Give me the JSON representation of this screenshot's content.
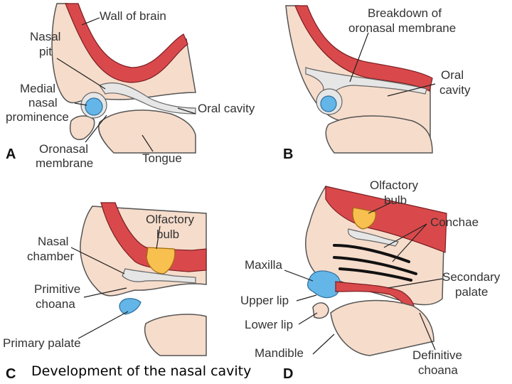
{
  "panels": {
    "a": {
      "letter": "A",
      "labels": {
        "wall_of_brain": "Wall of brain",
        "nasal_pit_1": "Nasal",
        "nasal_pit_2": "pit",
        "medial_1": "Medial",
        "medial_2": "nasal",
        "medial_3": "prominence",
        "oral_cavity": "Oral cavity",
        "oronasal_1": "Oronasal",
        "oronasal_2": "membrane",
        "tongue": "Tongue"
      }
    },
    "b": {
      "letter": "B",
      "labels": {
        "breakdown_1": "Breakdown of",
        "breakdown_2": "oronasal membrane",
        "oral_1": "Oral",
        "oral_2": "cavity"
      }
    },
    "c": {
      "letter": "C",
      "labels": {
        "olfactory_1": "Olfactory",
        "olfactory_2": "bulb",
        "nasal_chamber_1": "Nasal",
        "nasal_chamber_2": "chamber",
        "primitive_1": "Primitive",
        "primitive_2": "choana",
        "primary_palate": "Primary palate"
      }
    },
    "d": {
      "letter": "D",
      "labels": {
        "olfactory_1": "Olfactory",
        "olfactory_2": "bulb",
        "conchae": "Conchae",
        "maxilla": "Maxilla",
        "secondary_1": "Secondary",
        "secondary_2": "palate",
        "upper_lip": "Upper lip",
        "lower_lip": "Lower lip",
        "mandible": "Mandible",
        "definitive_1": "Definitive",
        "definitive_2": "choana"
      }
    }
  },
  "caption": "Development of the nasal cavity",
  "colors": {
    "tissue": "#f6dccb",
    "brain_wall": "#d9494b",
    "epithelium": "#e6e6e6",
    "prominence": "#64b6e8",
    "olfactory_bulb": "#f7c04f"
  }
}
